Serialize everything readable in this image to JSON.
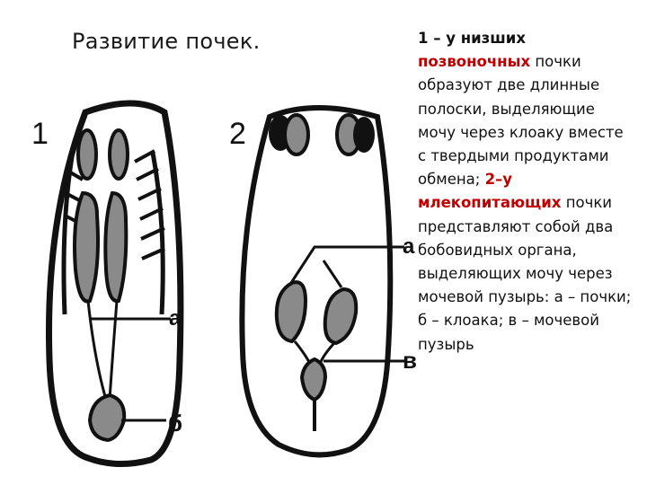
{
  "slide": {
    "title": "Развитие почек.",
    "text": {
      "p1_lead": "1 – у низших",
      "p1_lead2": "позвоночных",
      "p1_rest": " почки образуют две длинные полоски, выделяющие мочу через клоаку вместе с твердыми продуктами обмена;",
      "p2_lead": "2–у млекопитающих",
      "p2_rest": " почки представляют собой два бобовидных органа, выделяющих мочу через мочевой пузырь: а – почки; б – клоака; в – мочевой пузырь"
    }
  },
  "figure": {
    "label_1": "1",
    "label_2": "2",
    "label_a1": "а",
    "label_b": "б",
    "label_a2": "а",
    "label_v": "в"
  },
  "colors": {
    "accent_red": "#c00000",
    "organ_gray": "#8a8a8a",
    "ink": "#111111"
  }
}
